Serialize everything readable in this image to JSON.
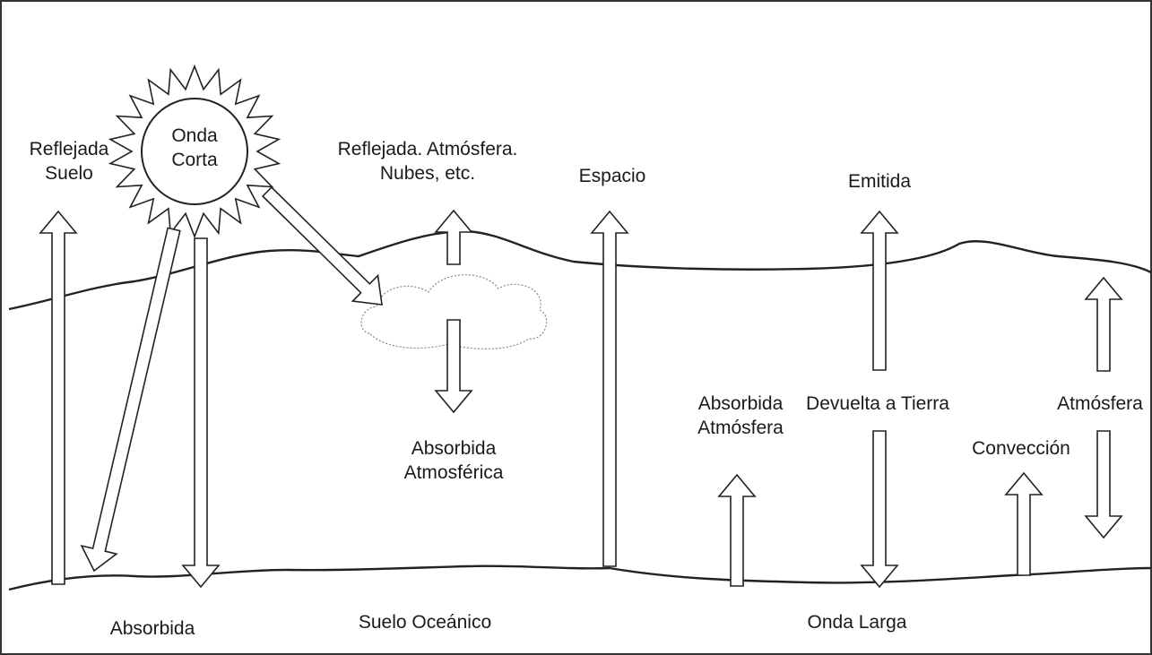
{
  "sun": {
    "line1": "Onda",
    "line2": "Corta"
  },
  "labels": {
    "reflejada_suelo": {
      "line1": "Reflejada",
      "line2": "Suelo"
    },
    "reflejada_atmosfera": {
      "line1": "Reflejada. Atmósfera.",
      "line2": "Nubes, etc."
    },
    "espacio": "Espacio",
    "emitida": "Emitida",
    "absorbida_atmosferica": {
      "line1": "Absorbida",
      "line2": "Atmosférica"
    },
    "absorbida_atmosfera": {
      "line1": "Absorbida",
      "line2": "Atmósfera"
    },
    "devuelta_tierra": "Devuelta a Tierra",
    "atmosfera": "Atmósfera",
    "conveccion": "Convección",
    "absorbida": "Absorbida",
    "suelo_oceanico": "Suelo Oceánico",
    "onda_larga": "Onda Larga"
  }
}
